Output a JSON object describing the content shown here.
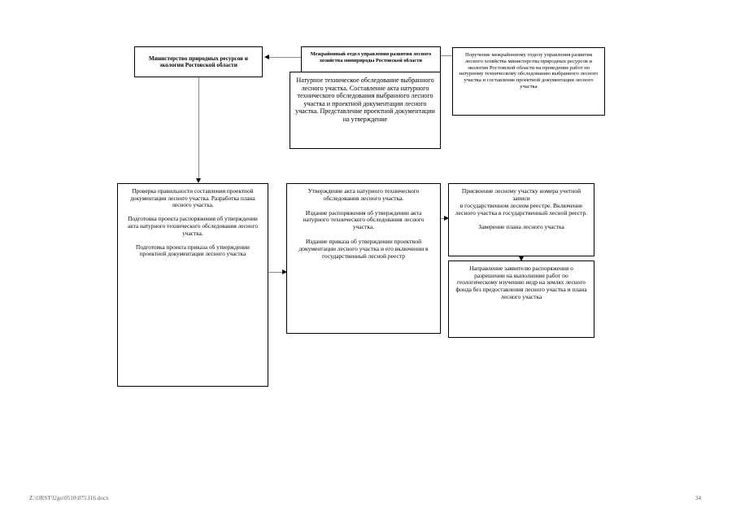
{
  "document": {
    "page_number": "34",
    "file_path": "Z:\\ORST\\Ugo\\0510\\075.f16.docx"
  },
  "diagram": {
    "type": "flowchart",
    "title": "",
    "nodes": {
      "ministry": {
        "id": "ministry",
        "label": "Министерство природных ресурсов и экологии Ростовской области",
        "bold": true
      },
      "department": {
        "id": "department",
        "label": "Межрайонный отдел управления развития лесного хозяйства минприроды Ростовской области",
        "bold": true
      },
      "survey": {
        "id": "survey",
        "label": "Натурное техническое обследование выбранного лесного участка. Составление акта натурного технического обследования выбранного лесного участка и проектной документации лесного участка. Представление проектной документации на утверждение",
        "bold": false
      },
      "assignment": {
        "id": "assignment",
        "label": "Поручение межрайонному отделу  управления развития лесного хозяйства министерства природных ресурсов и экологии Ростовской области на проведение работ по натурному техническому обследованию выбранного лесного участка и составление проектной документации лесного участка",
        "bold": false
      },
      "check": {
        "id": "check",
        "label": "Проверка правильности составления проектной документации лесного участка. Разработка плана лесного участка.\n\nПодготовка проекта распоряжения об утверждении акта натурного технического обследования лесного участка.\n\nПодготовка проекта приказа об утверждении проектной документации лесного участка",
        "bold": false
      },
      "approve": {
        "id": "approve",
        "label": "Утверждение акта натурного технического обследования  лесного участка.\n\nИздание распоряжения об утверждении акта натурного технического обследования лесного участка.\n\nИздание приказа об утверждении проектной документации лесного участка и его включении в государственный лесной реестр",
        "bold": false
      },
      "registry": {
        "id": "registry",
        "label": "Присвоение лесному участку номера учетной записи\nв государственном лесном реестре. Включение лесного участка в государственный лесной реестр.\n\nЗаверение плана лесного участка",
        "bold": false
      },
      "notify": {
        "id": "notify",
        "label": "Направление заявителю распоряжения о разрешении на выполнение работ по геологическому изучению недр на землях лесного фонда без предоставления лесного участка и плана лесного участка",
        "bold": false
      }
    },
    "edges": [
      {
        "from": "assignment",
        "to": "department",
        "direction": "left"
      },
      {
        "from": "department",
        "to": "ministry",
        "direction": "left"
      },
      {
        "from": "ministry",
        "to": "check",
        "direction": "down"
      },
      {
        "from": "check",
        "to": "approve",
        "direction": "right"
      },
      {
        "from": "approve",
        "to": "registry",
        "direction": "right"
      },
      {
        "from": "registry",
        "to": "notify",
        "direction": "down"
      }
    ],
    "colors": {
      "box_border": "#000000",
      "connector": "#8a8a8a",
      "arrow_head": "#000000",
      "background": "#ffffff",
      "footer_text": "#5a5a5a"
    }
  }
}
